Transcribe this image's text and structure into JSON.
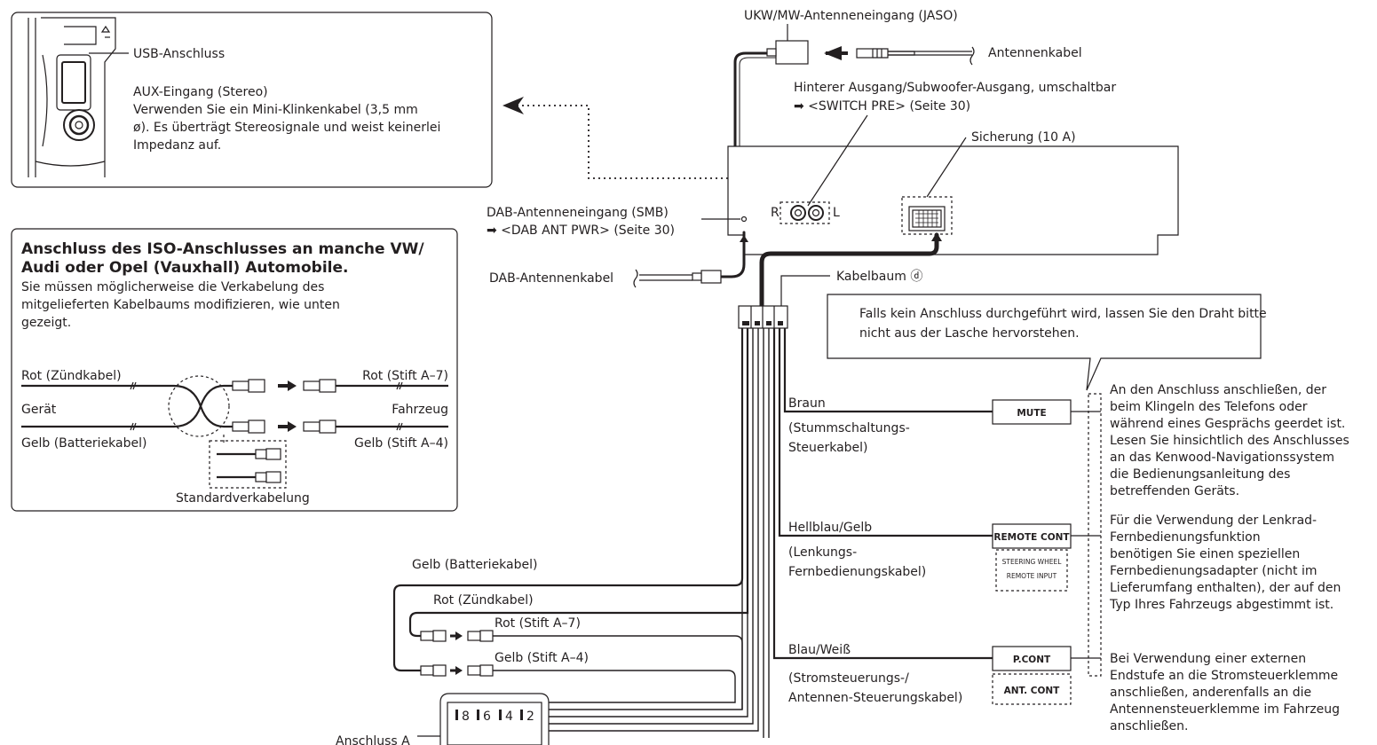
{
  "usb_box": {
    "usb_label": "USB-Anschluss",
    "aux_title": "AUX-Eingang (Stereo)",
    "aux_line1": "Verwenden Sie ein Mini-Klinkenkabel (3,5 mm",
    "aux_line2": "ø). Es überträgt Stereosignale und weist keinerlei",
    "aux_line3": "Impedanz auf."
  },
  "unit": {
    "fm_am_antenna": "UKW/MW-Antenneneingang (JASO)",
    "antenna_cable": "Antennenkabel",
    "rear_out_line1": "Hinterer Ausgang/Subwoofer-Ausgang, umschaltbar",
    "rear_out_line2": "➡ <SWITCH PRE> (Seite 30)",
    "fuse": "Sicherung (10 A)",
    "dab_in_line1": "DAB-Antenneneingang (SMB)",
    "dab_in_line2": "➡ <DAB ANT PWR> (Seite 30)",
    "dab_cable": "DAB-Antennenkabel",
    "harness": "Kabelbaum ⓓ",
    "rca_r": "R",
    "rca_l": "L"
  },
  "iso_box": {
    "title_line1": "Anschluss des ISO-Anschlusses an manche VW/",
    "title_line2": "Audi oder Opel (Vauxhall) Automobile.",
    "desc_line1": "Sie müssen möglicherweise die Verkabelung des",
    "desc_line2": "mitgelieferten Kabelbaums modifizieren, wie unten",
    "desc_line3": "gezeigt.",
    "red_ign": "Rot (Zündkabel)",
    "red_pin": "Rot (Stift A–7)",
    "device": "Gerät",
    "vehicle": "Fahrzeug",
    "yellow_batt": "Gelb (Batteriekabel)",
    "yellow_pin": "Gelb (Stift A–4)",
    "standard": "Standardverkabelung"
  },
  "note": {
    "line1": "Falls kein Anschluss durchgeführt wird, lassen Sie den Draht bitte",
    "line2": "nicht aus der Lasche hervorstehen."
  },
  "wires": {
    "brown": "Braun",
    "brown_desc1": "(Stummschaltungs-",
    "brown_desc2": "Steuerkabel)",
    "mute": "MUTE",
    "lightblue": "Hellblau/Gelb",
    "lightblue_desc1": "(Lenkungs-",
    "lightblue_desc2": "Fernbedienungskabel)",
    "remote_cont": "REMOTE CONT",
    "steering_wheel": "STEERING WHEEL",
    "remote_input": "REMOTE INPUT",
    "bluewhite": "Blau/Weiß",
    "bluewhite_desc1": "(Stromsteuerungs-/",
    "bluewhite_desc2": "Antennen-Steuerungskabel)",
    "pcont": "P.CONT",
    "antcont": "ANT. CONT",
    "yellow_batt": "Gelb (Batteriekabel)",
    "red_ign": "Rot (Zündkabel)",
    "red_pin": "Rot (Stift A–7)",
    "yellow_pin": "Gelb (Stift A–4)",
    "iso_label": "Anschluss A",
    "pin8": "8",
    "pin6": "6",
    "pin4": "4",
    "pin2": "2"
  },
  "right_text": {
    "mute_1": "An den Anschluss anschließen, der",
    "mute_2": "beim Klingeln des Telefons oder",
    "mute_3": "während eines Gesprächs geerdet ist.",
    "mute_4": "Lesen Sie hinsichtlich des Anschlusses",
    "mute_5": "an das Kenwood-Navigationssystem",
    "mute_6": "die Bedienungsanleitung des",
    "mute_7": "betreffenden Geräts.",
    "steer_1": "Für die Verwendung der Lenkrad-",
    "steer_2": "Fernbedienungsfunktion",
    "steer_3": "benötigen Sie einen speziellen",
    "steer_4": "Fernbedienungsadapter (nicht im",
    "steer_5": "Lieferumfang enthalten), der auf den",
    "steer_6": "Typ Ihres Fahrzeugs abgestimmt ist.",
    "amp_1": "Bei Verwendung einer externen",
    "amp_2": "Endstufe an die Stromsteuerklemme",
    "amp_3": "anschließen, anderenfalls an die",
    "amp_4": "Antennensteuerklemme im Fahrzeug",
    "amp_5": "anschließen."
  }
}
